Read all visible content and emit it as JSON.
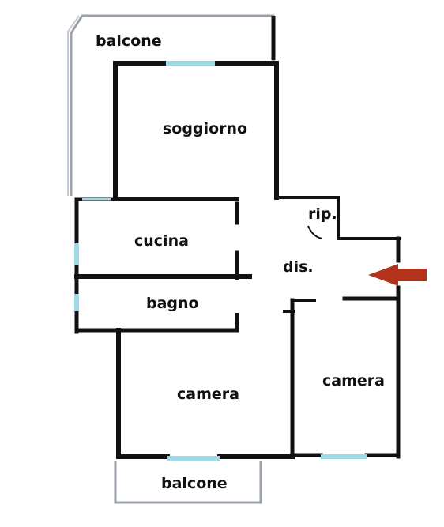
{
  "floorplan": {
    "rooms": {
      "balcone_top": "balcone",
      "soggiorno": "soggiorno",
      "ripostiglio": "rip.",
      "cucina": "cucina",
      "disimpegno": "dis.",
      "bagno": "bagno",
      "camera_left": "camera",
      "camera_right": "camera",
      "balcone_bottom": "balcone"
    },
    "colors": {
      "wall": "#111111",
      "balcony_outline": "#9aa0a8",
      "window": "#9fd9e6",
      "entrance_arrow": "#b3321c"
    },
    "icons": {
      "entrance": "entrance-arrow-icon"
    }
  }
}
